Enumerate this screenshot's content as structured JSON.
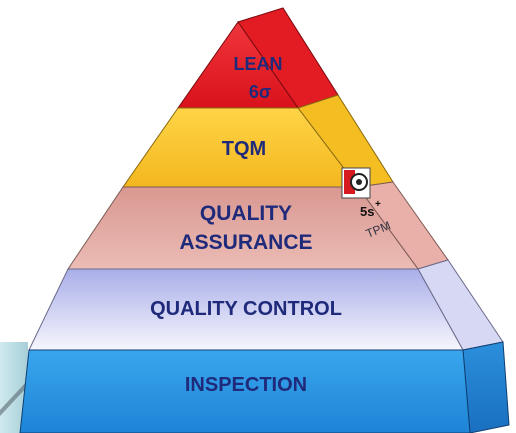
{
  "pyramid": {
    "levels": [
      {
        "label_line1": "LEAN",
        "label_line2": "6σ"
      },
      {
        "label_line1": "TQM"
      },
      {
        "label_line1": "QUALITY",
        "label_line2": "ASSURANCE"
      },
      {
        "label_line1": "QUALITY CONTROL"
      },
      {
        "label_line1": "INSPECTION"
      }
    ],
    "colors": {
      "lean": "#e51c23",
      "tqm": "#f5c22a",
      "qa": "#e0a8a0",
      "qc_top": "#bcc0ee",
      "qc_bottom": "#f2f2fb",
      "inspection": "#2f9ae6"
    },
    "badge": {
      "label": "5s",
      "superscript": "+",
      "side_text": "TPM"
    }
  }
}
